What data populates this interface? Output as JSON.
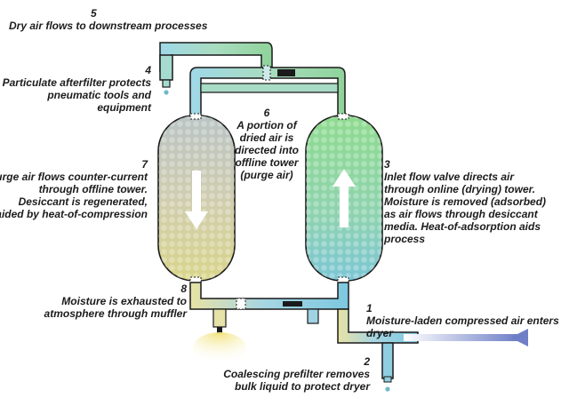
{
  "labels": {
    "step5": {
      "num": "5",
      "text": "Dry air flows to downstream processes"
    },
    "step4": {
      "num": "4",
      "line1": "Particulate afterfilter protects",
      "line2": "pneumatic tools and equipment"
    },
    "step6": {
      "num": "6",
      "line1": "A portion of",
      "line2": "dried air is",
      "line3": "directed into",
      "line4": "offline tower",
      "line5": "(purge air)"
    },
    "step7": {
      "num": "7",
      "line1": "Purge air flows counter-current",
      "line2": "through offline tower.",
      "line3": "Desiccant is regenerated,",
      "line4": "aided by heat-of-compression"
    },
    "step3": {
      "num": "3",
      "line1": "Inlet flow valve directs air",
      "line2": "through online (drying) tower.",
      "line3": "Moisture is removed (adsorbed)",
      "line4": "as air flows through desiccant",
      "line5": "media. Heat-of-adsorption aids",
      "line6": "process"
    },
    "step8": {
      "num": "8",
      "line1": "Moisture is exhausted to",
      "line2": "atmosphere through muffler"
    },
    "step1": {
      "num": "1",
      "text": "Moisture-laden compressed air enters dryer"
    },
    "step2": {
      "num": "2",
      "line1": "Coalescing prefilter removes",
      "line2": "bulk liquid to protect dryer"
    }
  },
  "colors": {
    "pipe_outline": "#1a1a1a",
    "pipe_blue": "#8ecfe3",
    "pipe_green": "#7fd08a",
    "tower_left": "#c9c7a8",
    "tower_right": "#8fd6a0",
    "arrow": "#ffffff",
    "inlet_arrow": "#7b86c9",
    "exhaust": "#f3e79a"
  }
}
